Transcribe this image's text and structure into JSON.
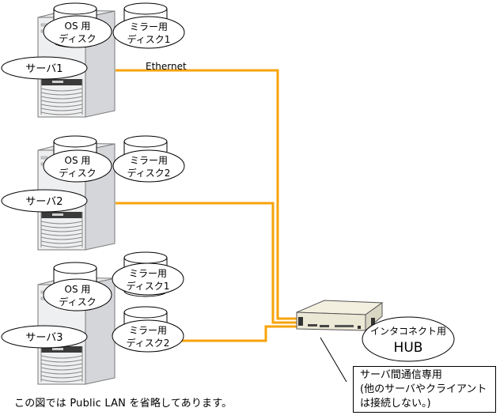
{
  "diagram": {
    "cable_label": "Ethernet",
    "cable_color": "#F7A30A",
    "servers": [
      {
        "label": "サーバ1",
        "os_disk": {
          "line1": "OS 用",
          "line2": "ディスク"
        },
        "mirror_disks": [
          {
            "line1": "ミラー用",
            "line2": "ディスク1"
          }
        ]
      },
      {
        "label": "サーバ2",
        "os_disk": {
          "line1": "OS 用",
          "line2": "ディスク"
        },
        "mirror_disks": [
          {
            "line1": "ミラー用",
            "line2": "ディスク2"
          }
        ]
      },
      {
        "label": "サーバ3",
        "os_disk": {
          "line1": "OS 用",
          "line2": "ディスク"
        },
        "mirror_disks": [
          {
            "line1": "ミラー用",
            "line2": "ディスク1"
          },
          {
            "line1": "ミラー用",
            "line2": "ディスク2"
          }
        ]
      }
    ],
    "hub": {
      "line1": "インタコネクト用",
      "line2": "HUB"
    },
    "note": {
      "lines": [
        "サーバ間通信専用",
        "(他のサーバやクライアント",
        "は接続しない。)"
      ]
    },
    "caption": "この図では Public LAN を省略してあります。"
  }
}
